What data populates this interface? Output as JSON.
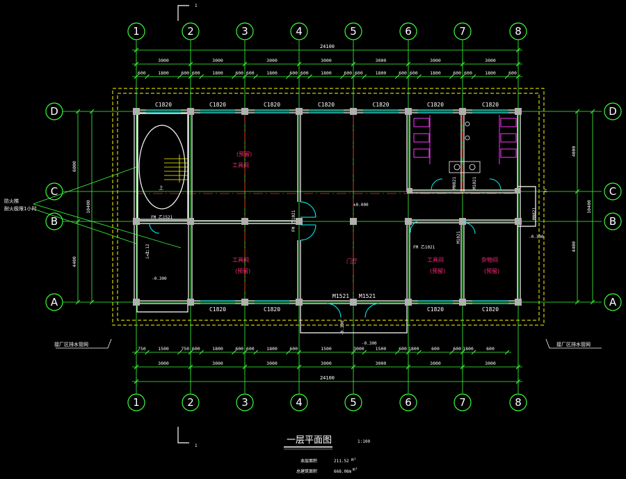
{
  "axes": {
    "columns": [
      "1",
      "2",
      "3",
      "4",
      "5",
      "6",
      "7",
      "8"
    ],
    "rows": [
      "D",
      "C",
      "B",
      "A"
    ]
  },
  "section_mark": "1",
  "dimensions": {
    "total": "24100",
    "bays_top": [
      "3000",
      "3000",
      "3000",
      "3000",
      "3000",
      "3000",
      "3000"
    ],
    "bays_bottom": [
      "3000",
      "3000",
      "3000",
      "3000",
      "3000",
      "3000",
      "3000"
    ],
    "top_details": [
      "600",
      "1800",
      "600",
      "600",
      "1800",
      "600",
      "600",
      "1800",
      "600",
      "600",
      "1800",
      "600",
      "600",
      "1800",
      "600",
      "600",
      "1800",
      "600",
      "600",
      "1800",
      "600"
    ],
    "bottom_details": [
      "750",
      "1500",
      "750",
      "600",
      "1800",
      "600",
      "600",
      "1800",
      "600",
      "1500",
      "3000",
      "1500",
      "600",
      "1800",
      "600",
      "600",
      "1800",
      "600"
    ],
    "left": {
      "upper": "6000",
      "total": "10400",
      "lower": "4400"
    },
    "right": {
      "upper": "4000",
      "total": "10400",
      "lower": "4400"
    }
  },
  "windows": {
    "top": [
      "C1820",
      "C1820",
      "C1820",
      "C1820",
      "C1820",
      "C1820",
      "C1820"
    ],
    "bottom": [
      "C1820",
      "C1820",
      "C1820",
      "C1820"
    ]
  },
  "doors": {
    "main_left": "M1521",
    "main_right": "M1521",
    "fm_left": "FM 乙1521",
    "fm_mid": "FM 乙1021",
    "fm_right": "FM 乙1021",
    "m_a": "M0821",
    "m_b": "M1021",
    "m_c": "M1021",
    "m_d": "M0821"
  },
  "rooms": {
    "workroom_top": [
      "(预留)",
      "工具间"
    ],
    "workroom_left": [
      "工具间",
      "(预留)"
    ],
    "hall": "门厅",
    "workroom_right": [
      "工具间",
      "(预留)"
    ],
    "storage": [
      "杂物间",
      "(预留)"
    ]
  },
  "labels": {
    "fire_stair": "防火梯",
    "fire_stair_note": "耐火极限1小时",
    "drain_left": "接厂区排水管网",
    "drain_right": "接厂区排水管网",
    "up_left": "上",
    "up_right": "上",
    "ramp": "i=1:12",
    "level_zero": "±0.000",
    "level_neg": "-0.300",
    "level_neg2": "-0.300",
    "level_neg3": "-0.300",
    "level_neg4": "-0.300"
  },
  "title_block": {
    "title": "一层平面图",
    "scale": "1:100",
    "area_label": "本层面积",
    "area_value": "211.52",
    "total_label": "总建筑面积",
    "total_value": "668.08m",
    "unit": "m²"
  },
  "colors": {
    "axis": "#3cff3c",
    "wall": "#ffffff",
    "dim": "#3cff3c",
    "center": "#ff2020",
    "outline": "#ffff00",
    "window": "#00ffff",
    "room_text": "#ff2a7a",
    "fixture": "#ff33ff"
  }
}
